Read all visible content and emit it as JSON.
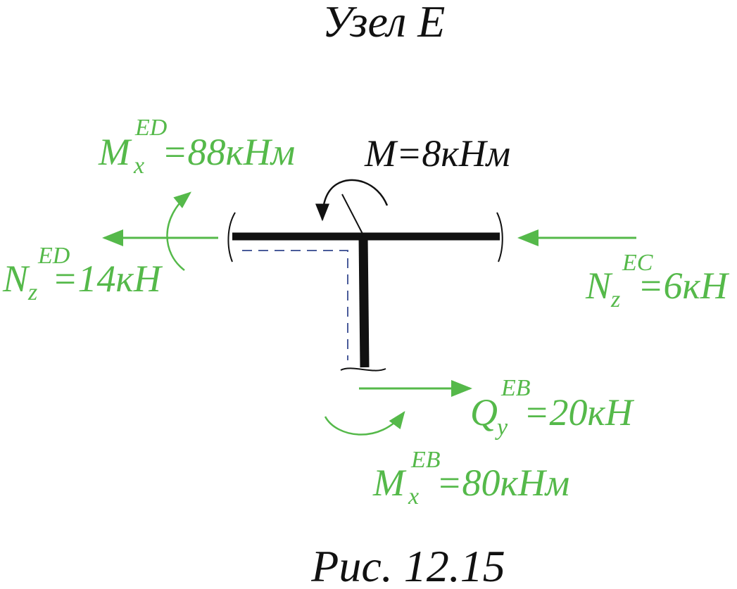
{
  "title": "Узел E",
  "caption": "Рис. 12.15",
  "colors": {
    "force": "#55b94a",
    "member": "#111111",
    "dashed": "#4a5c9a"
  },
  "loads": {
    "moment_applied": {
      "text": "M=8кНм"
    },
    "mx_ed": {
      "main": "M",
      "sub": "x",
      "sup": "ED",
      "value": "=88кНм"
    },
    "nz_ed": {
      "main": "N",
      "sub": "z",
      "sup": "ED",
      "value": "=14кН"
    },
    "nz_ec": {
      "main": "N",
      "sub": "z",
      "sup": "EC",
      "value": "=6кН"
    },
    "qy_eb": {
      "main": "Q",
      "sub": "y",
      "sup": "EB",
      "value": "=20кН"
    },
    "mx_eb": {
      "main": "M",
      "sub": "x",
      "sup": "EB",
      "value": "=80кНм"
    }
  }
}
